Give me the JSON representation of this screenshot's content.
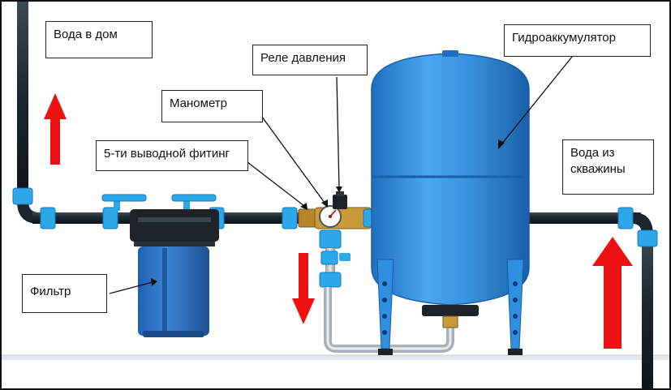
{
  "labels": {
    "water_to_house": "Вода в дом",
    "pressure_switch": "Реле давления",
    "accumulator": "Гидроаккумулятор",
    "manometer": "Манометр",
    "five_way_fitting": "5-ти выводной фитинг",
    "water_from_well_line1": "Вода из",
    "water_from_well_line2": "скважины",
    "filter": "Фильтр"
  },
  "colors": {
    "pipe": "#1d2a33",
    "tank_blue": "#2f8fe0",
    "fitting_blue": "#2ea8e8",
    "arrow_red": "#ee1111",
    "steel": "#c8ccd0",
    "brass": "#b8862b",
    "floor_line": "#c9cdd2"
  }
}
